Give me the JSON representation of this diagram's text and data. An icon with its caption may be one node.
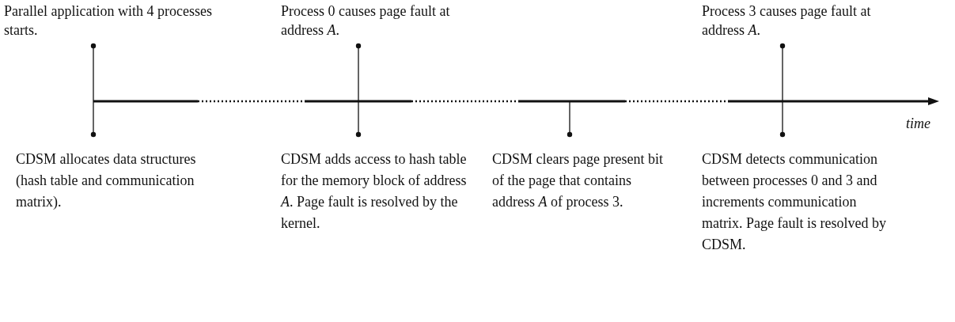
{
  "diagram": {
    "nodes": [
      {
        "text": [
          "Parallel application with 4 processes starts."
        ]
      },
      {
        "text": [
          "Process 0 causes page fault at address *A*."
        ]
      },
      {
        "text": [
          "Process 3 causes page fault at address *A*."
        ]
      },
      {
        "text": [
          "CDSM allocates data structures (hash table and communication matrix)."
        ]
      },
      {
        "text": [
          "CDSM adds access to hash table for the memory block of address *A*. Page fault is resolved by the kernel."
        ]
      },
      {
        "text": [
          "CDSM clears page present bit of the page that contains address *A* of process 3."
        ]
      },
      {
        "text": [
          "CDSM detects communication between processes 0 and 3 and increments communication matrix. Page fault is resolved by CDSM."
        ]
      }
    ],
    "edges": [
      {
        "from": 0,
        "to": null,
        "arrow": "other"
      },
      {
        "from": 1,
        "to": null,
        "arrow": "other"
      },
      {
        "from": 2,
        "to": null,
        "arrow": "other"
      },
      {
        "from": 3,
        "to": null,
        "arrow": "other"
      },
      {
        "from": 4,
        "to": null,
        "arrow": "other"
      },
      {
        "from": 5,
        "to": null,
        "arrow": "other"
      },
      {
        "from": 6,
        "to": null,
        "arrow": "other"
      }
    ],
    "labels": [
      "time"
    ]
  }
}
